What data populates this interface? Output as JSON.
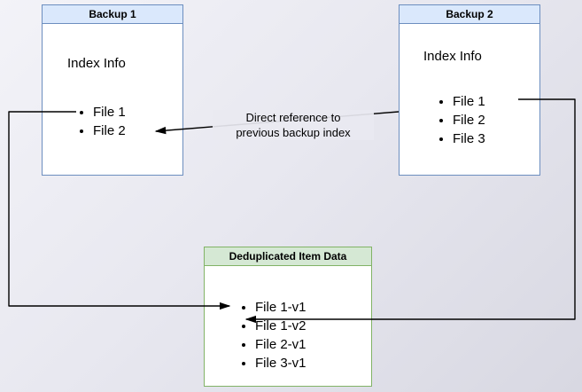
{
  "diagram": {
    "backup1": {
      "title": "Backup 1",
      "index_label": "Index Info",
      "files": [
        "File 1",
        "File 2"
      ]
    },
    "backup2": {
      "title": "Backup 2",
      "index_label": "Index Info",
      "files": [
        "File 1",
        "File 2",
        "File 3"
      ]
    },
    "dedup": {
      "title": "Deduplicated Item Data",
      "files": [
        "File 1-v1",
        "File 1-v2",
        "File 2-v1",
        "File 3-v1"
      ]
    },
    "annotation": {
      "line1": "Direct reference to",
      "line2": "previous backup index"
    },
    "colors": {
      "blue_border": "#6c8ebf",
      "blue_header_fill": "#dae8fc",
      "green_border": "#82b366",
      "green_header_fill": "#d5e8d4",
      "arrow": "#000000",
      "node_fill": "#ffffff"
    }
  }
}
